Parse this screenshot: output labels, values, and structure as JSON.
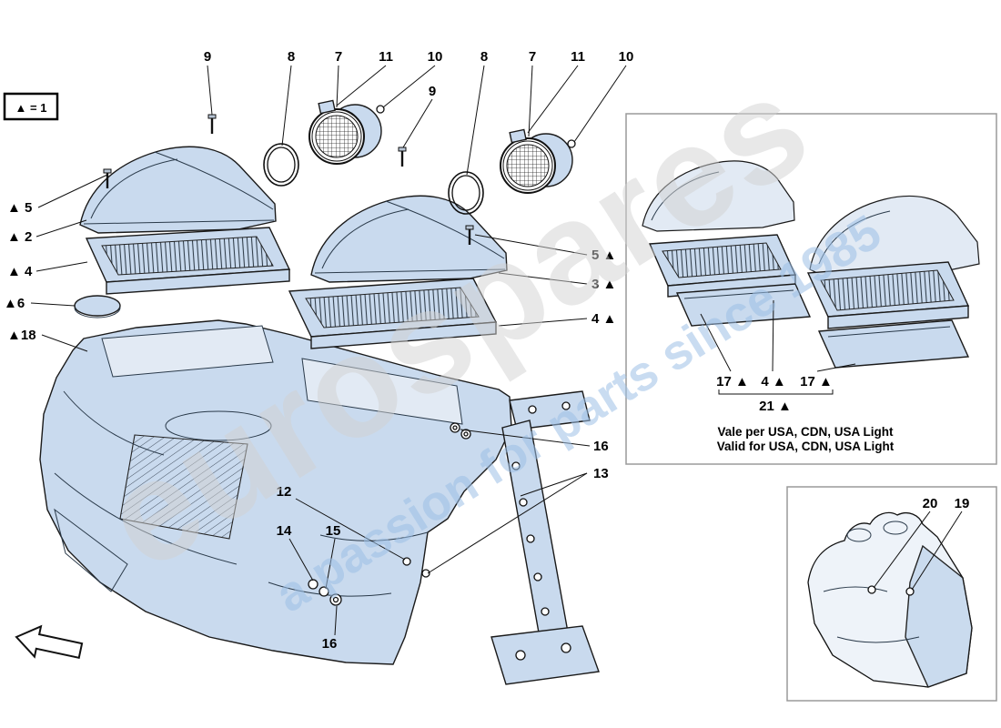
{
  "colors": {
    "part_fill": "#c9daee",
    "part_fill_light": "#e2eaf4",
    "watermark_gray": "#d2d2d2",
    "watermark_blue": "#9dc0e6",
    "panel_border": "#9a9a9a"
  },
  "watermark": {
    "brand": "eurospares",
    "tagline": "a passion for parts since 1985"
  },
  "legend": {
    "triangle_note": "▲ = 1"
  },
  "notes": {
    "usa_line1": "Vale per USA, CDN, USA Light",
    "usa_line2": "Valid for USA, CDN, USA Light"
  },
  "callouts": {
    "top": [
      {
        "label": "9"
      },
      {
        "label": "8"
      },
      {
        "label": "7"
      },
      {
        "label": "11"
      },
      {
        "label": "10"
      },
      {
        "label": "9"
      },
      {
        "label": "8"
      },
      {
        "label": "7"
      },
      {
        "label": "11"
      },
      {
        "label": "10"
      }
    ],
    "left": [
      {
        "label": "▲ 5"
      },
      {
        "label": "▲ 2"
      },
      {
        "label": "▲ 4"
      },
      {
        "label": "▲6"
      },
      {
        "label": "▲18"
      }
    ],
    "right": [
      {
        "label": "5 ▲"
      },
      {
        "label": "3 ▲"
      },
      {
        "label": "4 ▲"
      }
    ],
    "middle": [
      {
        "label": "16"
      },
      {
        "label": "13"
      },
      {
        "label": "12"
      },
      {
        "label": "14"
      },
      {
        "label": "15"
      },
      {
        "label": "16"
      }
    ],
    "panel": [
      {
        "label": "17 ▲"
      },
      {
        "label": "4 ▲"
      },
      {
        "label": "17 ▲"
      },
      {
        "label": "21 ▲"
      }
    ],
    "inset": [
      {
        "label": "20"
      },
      {
        "label": "19"
      }
    ]
  }
}
